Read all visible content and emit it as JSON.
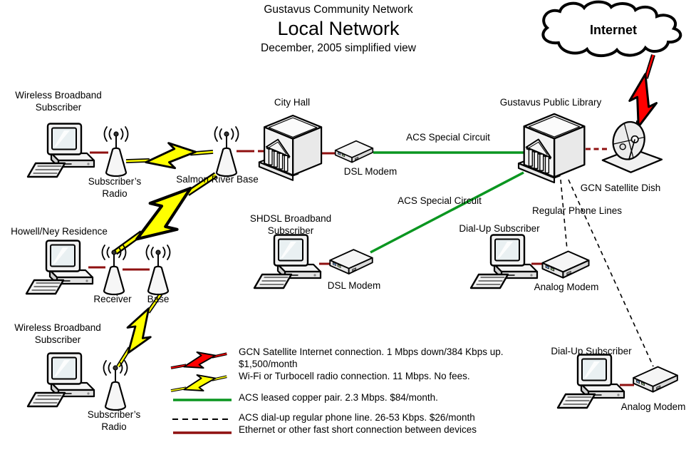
{
  "title": {
    "supertitle": "Gustavus Community Network",
    "main": "Local Network",
    "subtitle": "December, 2005 simplified view"
  },
  "internet": {
    "label": "Internet"
  },
  "labels": {
    "wireless_subscriber_top": "Wireless Broadband Subscriber",
    "subscribers_radio_top": "Subscriber’s Radio",
    "salmon_river_base": "Salmon River Base",
    "city_hall": "City Hall",
    "dsl_modem_city_hall": "DSL Modem",
    "acs_circuit_top": "ACS Special Circuit",
    "library": "Gustavus Public Library",
    "satellite_dish": "GCN Satellite Dish",
    "acs_circuit_lower": "ACS Special Circuit",
    "regular_phone_lines": "Regular Phone Lines",
    "shdsl_subscriber": "SHDSL Broadband Subscriber",
    "dialup_subscriber_mid": "Dial-Up Subscriber",
    "analog_modem_mid": "Analog Modem",
    "howell_ney": "Howell/Ney Residence",
    "receiver": "Receiver",
    "base": "Base",
    "dsl_modem_shdsl": "DSL Modem",
    "wireless_subscriber_bottom": "Wireless Broadband Subscriber",
    "subscribers_radio_bottom": "Subscriber’s Radio",
    "dialup_subscriber_bottom": "Dial-Up Subscriber",
    "analog_modem_bottom": "Analog Modem"
  },
  "legend": {
    "satellite": {
      "lines": [
        "GCN Satellite Internet connection. 1 Mbps down/384 Kbps up.",
        "$1,500/month"
      ]
    },
    "wifi": {
      "lines": [
        "Wi-Fi or Turbocell radio connection. 11 Mbps. No fees."
      ]
    },
    "leased": {
      "lines": [
        "ACS leased copper pair. 2.3 Mbps. $84/month."
      ]
    },
    "dialup": {
      "lines": [
        "ACS dial-up regular phone line. 26-53 Kbps. $26/month"
      ]
    },
    "ethernet": {
      "lines": [
        "Ethernet or other fast short connection between devices"
      ]
    }
  },
  "colors": {
    "satellite_bolt": "#ff0000",
    "wifi_bolt": "#ffff00",
    "leased_line": "#0a9620",
    "phone_line": "#000000",
    "ethernet_line": "#8f1010"
  }
}
